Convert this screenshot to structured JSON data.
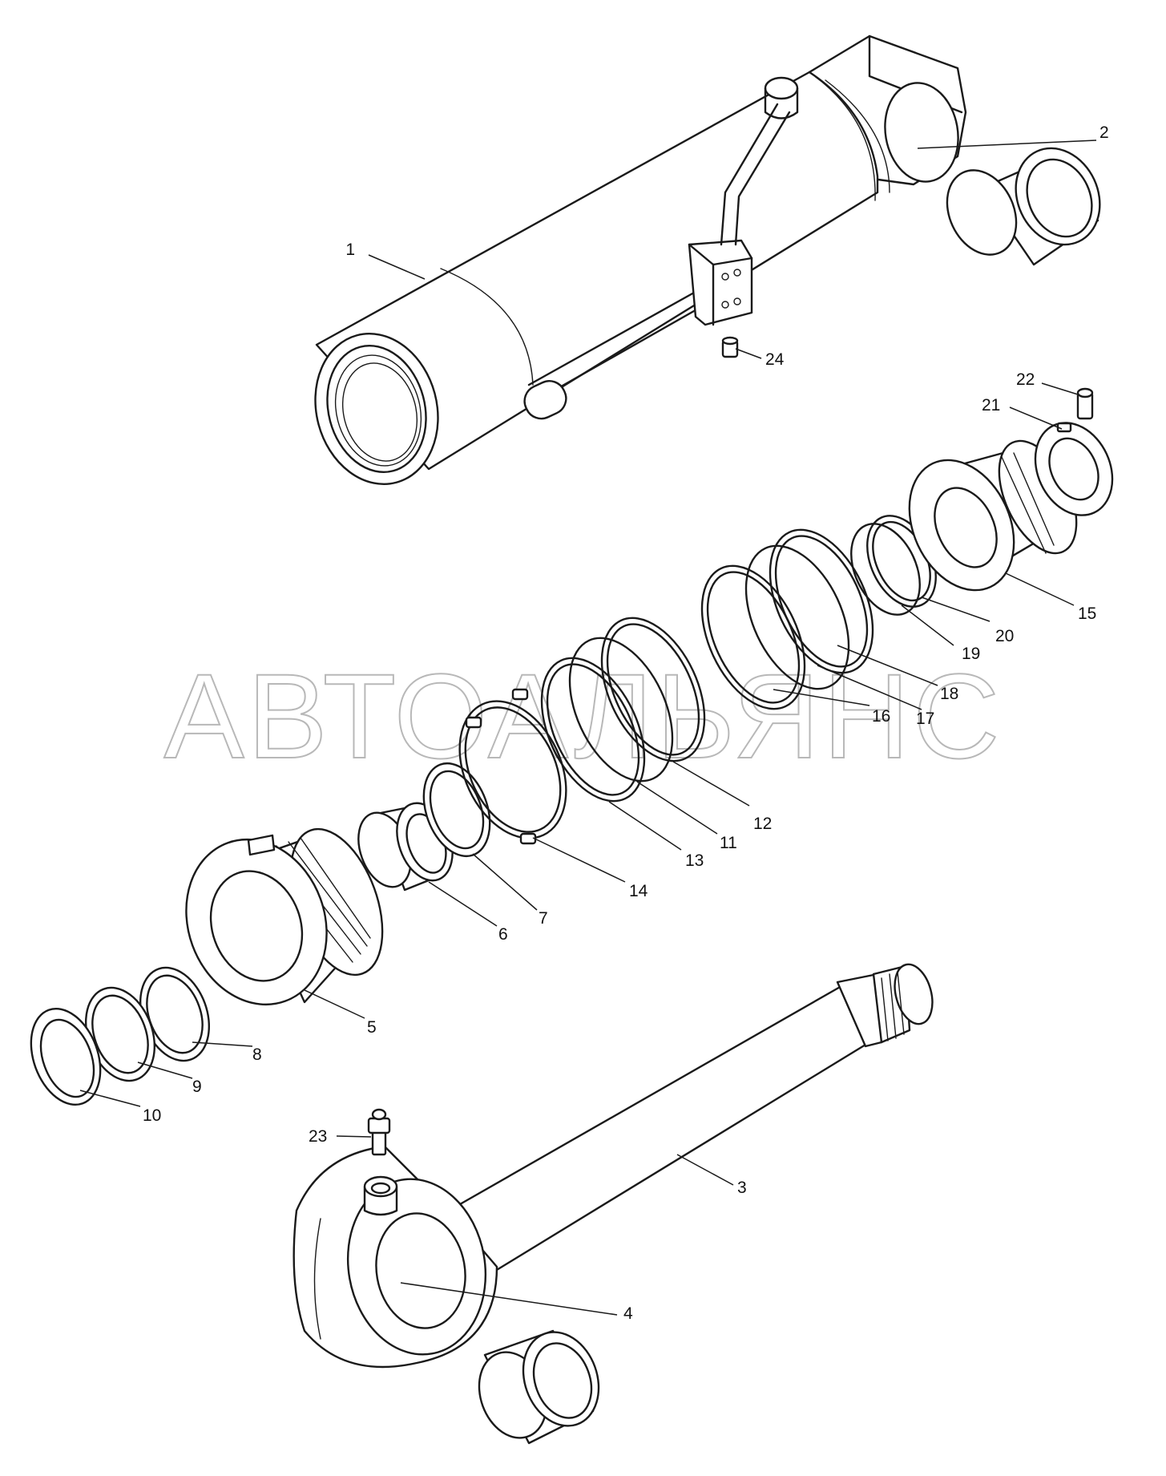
{
  "watermark": "АВТОАЛЬЯНС",
  "callouts": [
    {
      "id": "1",
      "label": "1"
    },
    {
      "id": "2",
      "label": "2"
    },
    {
      "id": "3",
      "label": "3"
    },
    {
      "id": "4",
      "label": "4"
    },
    {
      "id": "5",
      "label": "5"
    },
    {
      "id": "6",
      "label": "6"
    },
    {
      "id": "7",
      "label": "7"
    },
    {
      "id": "8",
      "label": "8"
    },
    {
      "id": "9",
      "label": "9"
    },
    {
      "id": "10",
      "label": "10"
    },
    {
      "id": "11",
      "label": "11"
    },
    {
      "id": "12",
      "label": "12"
    },
    {
      "id": "13",
      "label": "13"
    },
    {
      "id": "14",
      "label": "14"
    },
    {
      "id": "15",
      "label": "15"
    },
    {
      "id": "16",
      "label": "16"
    },
    {
      "id": "17",
      "label": "17"
    },
    {
      "id": "18",
      "label": "18"
    },
    {
      "id": "19",
      "label": "19"
    },
    {
      "id": "20",
      "label": "20"
    },
    {
      "id": "21",
      "label": "21"
    },
    {
      "id": "22",
      "label": "22"
    },
    {
      "id": "23",
      "label": "23"
    },
    {
      "id": "24",
      "label": "24"
    }
  ]
}
